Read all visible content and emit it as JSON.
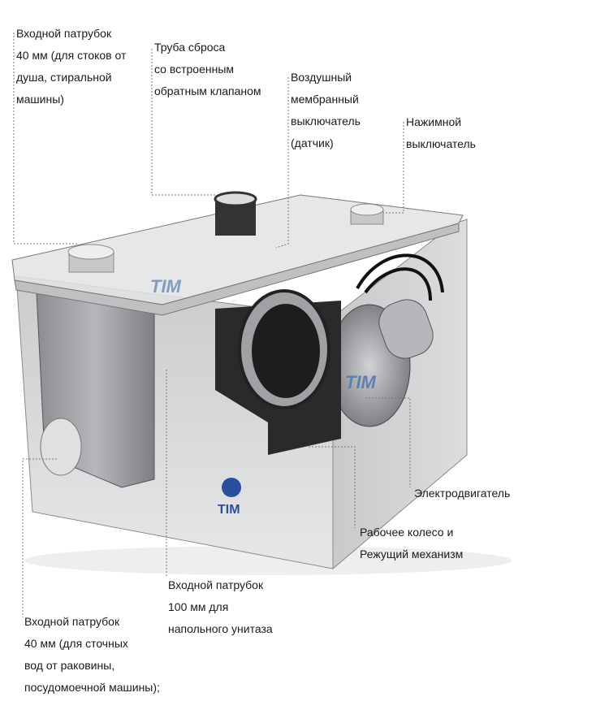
{
  "labels": {
    "inlet_40_shower": [
      "Входной патрубок",
      "40 мм (для стоков от",
      "душа, стиральной",
      "машины)"
    ],
    "discharge_pipe": [
      "Труба сброса",
      "со встроенным",
      "обратным клапаном"
    ],
    "air_switch": [
      "Воздушный",
      "мембранный",
      "выключатель",
      "(датчик)"
    ],
    "push_switch": [
      "Нажимной",
      "выключатель"
    ],
    "motor": [
      "Электродвигатель"
    ],
    "impeller": [
      "Рабочее колесо и",
      "Режущий механизм"
    ],
    "inlet_100": [
      "Входной патрубок",
      "100 мм для",
      "напольного унитаза"
    ],
    "inlet_40_sink": [
      "Входной патрубок",
      "40 мм (для сточных",
      "вод от раковины,",
      "посудомоечной машины);"
    ]
  },
  "logo_text": "TIM",
  "colors": {
    "leader": "#777777",
    "body": "#9a9a9a",
    "dark": "#2a2a2a"
  }
}
